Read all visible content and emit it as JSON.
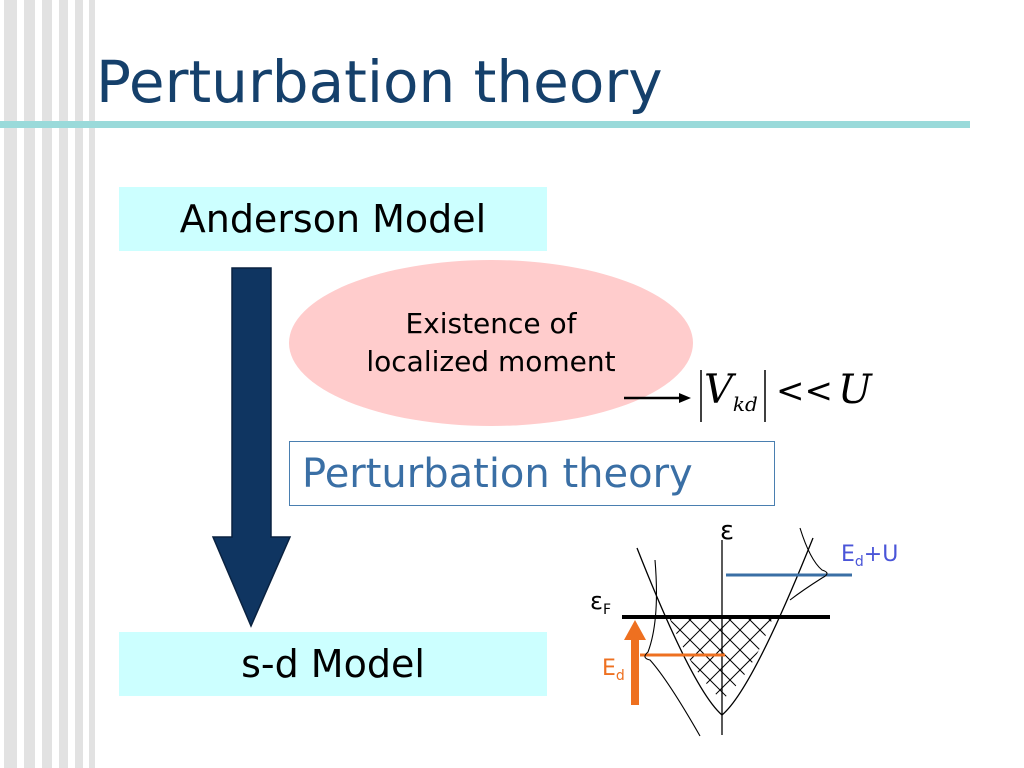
{
  "slide": {
    "title": "Perturbation theory",
    "anderson_model": "Anderson Model",
    "sd_model": "s-d Model",
    "ellipse_line1": "Existence of",
    "ellipse_line2": "localized moment",
    "perturbation_box": "Perturbation theory",
    "condition": {
      "v": "V",
      "v_sub": "kd",
      "op": "<<",
      "u": "U"
    }
  },
  "diagram": {
    "epsilon": "ε",
    "epsilon_f": "ε",
    "epsilon_f_sub": "F",
    "ed": "E",
    "ed_sub": "d",
    "edu": "E",
    "edu_sub": "d",
    "edu_suffix": "+U"
  },
  "colors": {
    "title": "#15406b",
    "title_rule": "#9adada",
    "model_box": "#ccffff",
    "ellipse": "#ffcccc",
    "flow_arrow": "#0f3561",
    "perturbation_text": "#3a6fa5",
    "ed_level": "#ee7020",
    "edu_level": "#3a6fa5",
    "edu_label": "#4a55d8"
  }
}
